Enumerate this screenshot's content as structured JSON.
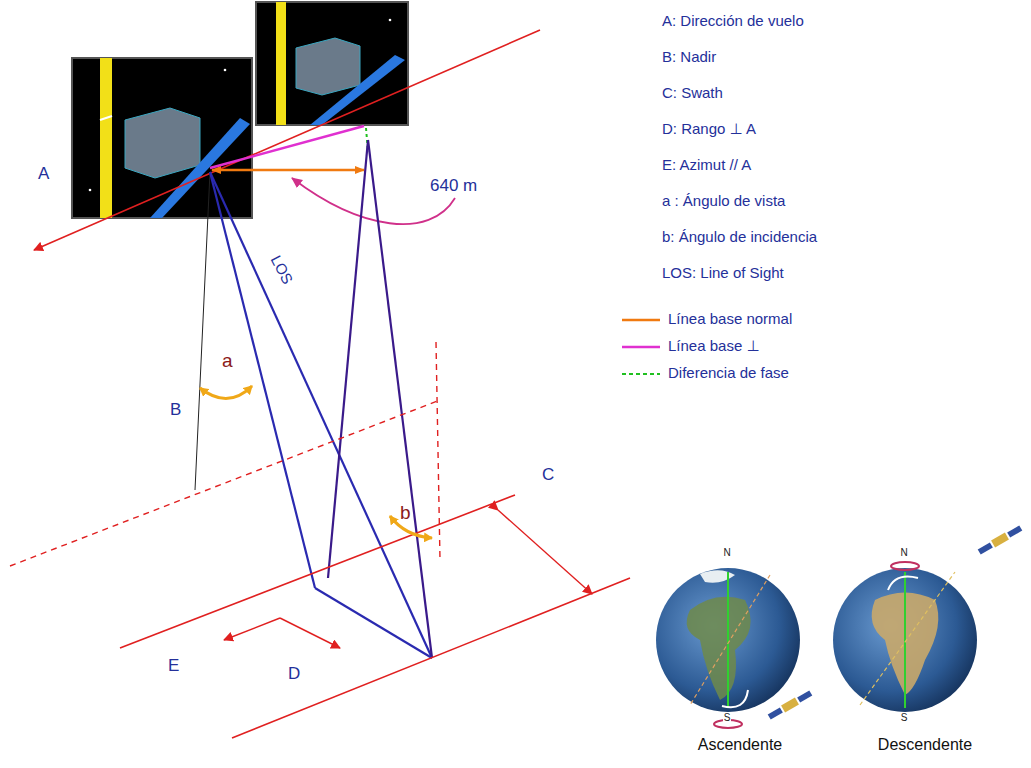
{
  "diagram": {
    "labels": [
      "A",
      "B",
      "C",
      "D",
      "E",
      "a",
      "b",
      "LOS",
      "640 m",
      "A: Dirección de vuelo",
      "B: Nadir",
      "C:  Swath",
      "D: Rango ⊥  A",
      "E: Azimut // A",
      "a : Ángulo de vista",
      "b: Ángulo de incidencia",
      "LOS: Line of Sight",
      "N",
      "S",
      "N",
      "S",
      "Ascendente",
      "Descendente"
    ],
    "legend": [
      {
        "text": "Línea base normal"
      },
      {
        "text": "Línea base ⊥"
      },
      {
        "text": "Diferencia de fase"
      }
    ]
  }
}
